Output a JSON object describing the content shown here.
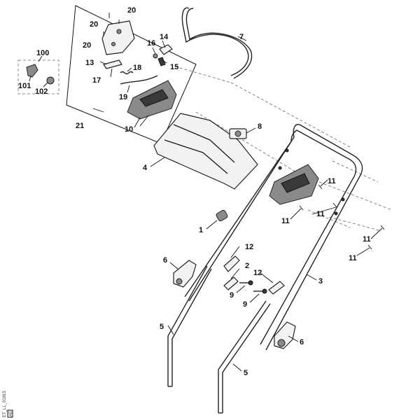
{
  "callouts": {
    "c1": "1",
    "c2": "2",
    "c3": "3",
    "c4": "4",
    "c5a": "5",
    "c5b": "5",
    "c6a": "6",
    "c6b": "6",
    "c7": "7",
    "c8": "8",
    "c9a": "9",
    "c9b": "9",
    "c10": "10",
    "c11a": "11",
    "c11b": "11",
    "c11c": "11",
    "c11d": "11",
    "c11e": "11",
    "c12a": "12",
    "c12b": "12",
    "c13": "13",
    "c14": "14",
    "c15": "15",
    "c16": "16",
    "c17": "17",
    "c18": "18",
    "c19": "19",
    "c20a": "20",
    "c20b": "20",
    "c20c": "20",
    "c21": "21",
    "c100": "100",
    "c101": "101",
    "c102": "102"
  },
  "reference": {
    "code": "ET_LL_01815",
    "sub": "AE"
  }
}
